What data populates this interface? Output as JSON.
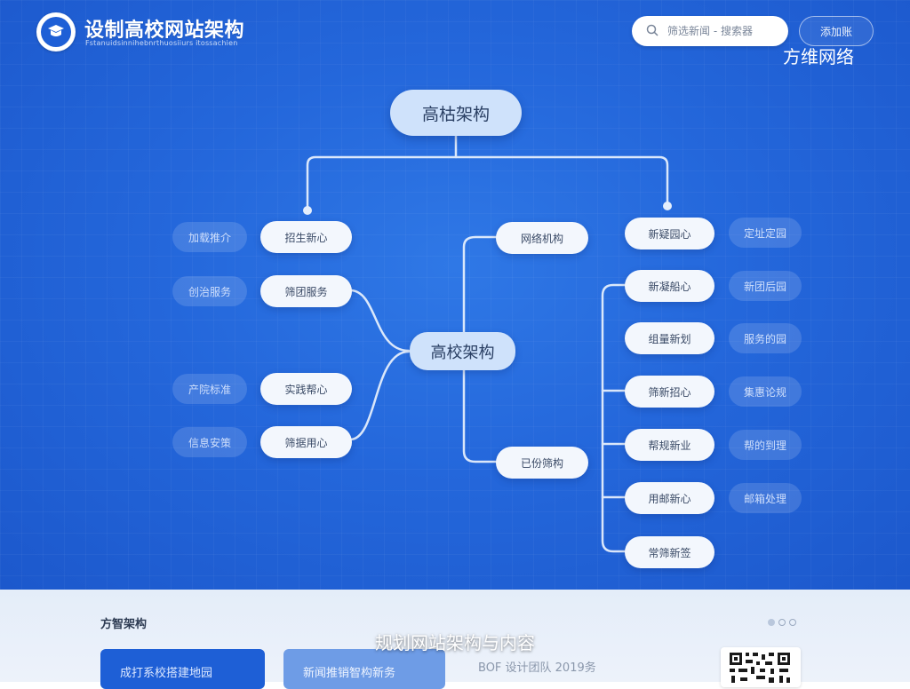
{
  "header": {
    "title": "设制高校网站架构",
    "subtitle": "Fstanuidsinnihebnrthuosiiurs itossachien",
    "search_placeholder": "筛选新闻 - 搜索器",
    "login_label": "添加账",
    "brand": "方维网络"
  },
  "mindmap": {
    "root": "高枯架构",
    "center": "高校架构",
    "left_nodes": [
      "招生新心",
      "筛团服务",
      "实践帮心",
      "筛据用心"
    ],
    "left_ghosts": [
      "加载推介",
      "创治服务",
      "产院标准",
      "信息安策"
    ],
    "mid_nodes": [
      "网络机构",
      "已份筛构"
    ],
    "right_nodes": [
      "新疑园心",
      "新凝船心",
      "组量新划",
      "筛新招心",
      "帮规新业",
      "用邮新心",
      "常筛新签"
    ],
    "right_ghosts": [
      "定址定园",
      "新团后园",
      "服务的园",
      "集惠论规",
      "帮的到理",
      "邮箱处理"
    ]
  },
  "panel": {
    "title": "方智架构",
    "caption": "规划网站架构与内容",
    "card1": "成打系校搭建地园",
    "card2": "新闻推销智构新务",
    "card3": "BOF 设计团队 2019务"
  },
  "colors": {
    "background": "#2467db",
    "node": "#f3f7fd",
    "root_node": "#cfe2fb",
    "panel": "#e9f0fa",
    "card_primary": "#1e5fd6"
  }
}
